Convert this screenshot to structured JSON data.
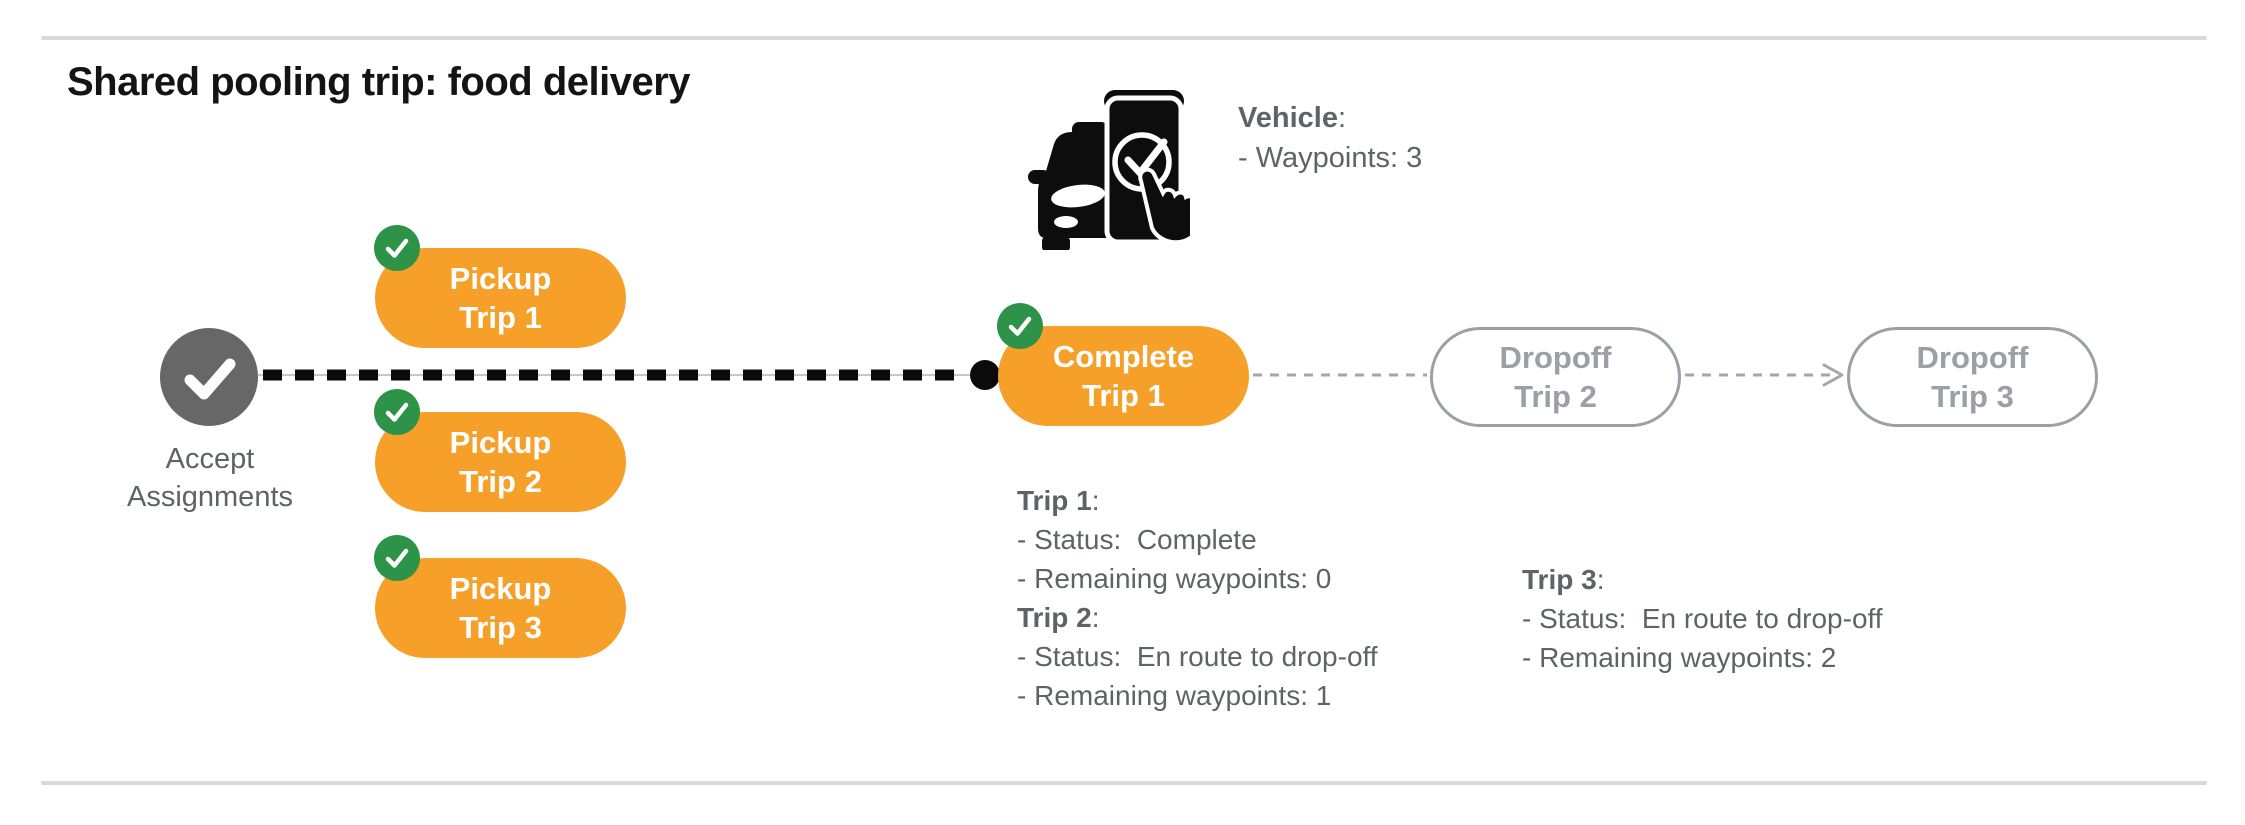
{
  "title": "Shared pooling trip: food delivery",
  "colors": {
    "accent_orange": "#f6a02a",
    "badge_green": "#2d9348",
    "node_gray": "#676767",
    "text_gray": "#5f6368",
    "muted_gray": "#9aa0a6",
    "divider_gray": "#d9d9d9",
    "route_black": "#0b0b0b"
  },
  "icons": {
    "vehicle": "car-phone-check-icon",
    "accept_node": "check-icon",
    "pill_badge": "check-badge-icon",
    "route_end": "dot-icon",
    "dropoff_link": "dashed-arrow-right-icon"
  },
  "vehicle": {
    "label": "Vehicle",
    "colon": ":",
    "waypoints": "- Waypoints: 3"
  },
  "flow": {
    "accept": {
      "line1": "Accept",
      "line2": "Assignments"
    },
    "pickup1": {
      "line1": "Pickup",
      "line2": "Trip 1"
    },
    "pickup2": {
      "line1": "Pickup",
      "line2": "Trip 2"
    },
    "pickup3": {
      "line1": "Pickup",
      "line2": "Trip 3"
    },
    "complete1": {
      "line1": "Complete",
      "line2": "Trip 1"
    },
    "dropoff2": {
      "line1": "Dropoff",
      "line2": "Trip 2"
    },
    "dropoff3": {
      "line1": "Dropoff",
      "line2": "Trip 3"
    }
  },
  "status": {
    "trip1": {
      "title": "Trip 1",
      "colon": ":",
      "line1": "- Status:  Complete",
      "line2": "- Remaining waypoints: 0"
    },
    "trip2": {
      "title": "Trip 2",
      "colon": ":",
      "line1": "- Status:  En route to drop-off",
      "line2": "- Remaining waypoints: 1"
    },
    "trip3": {
      "title": "Trip 3",
      "colon": ":",
      "line1": "- Status:  En route to drop-off",
      "line2": "- Remaining waypoints: 2"
    }
  }
}
